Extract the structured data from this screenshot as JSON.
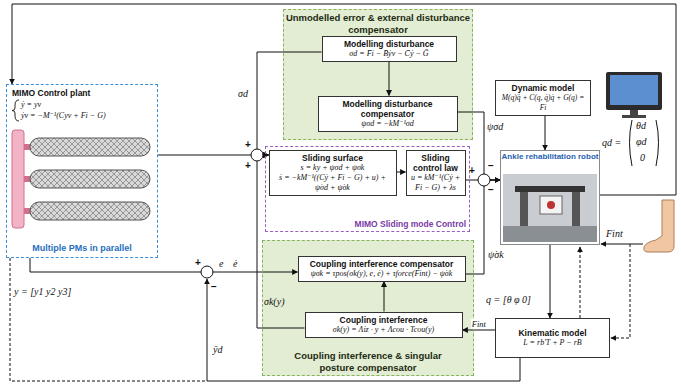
{
  "diagram": {
    "nodes": [
      {
        "text": [
          "Unmodelled error & external disturbance compensator"
        ]
      },
      {
        "text": [
          "Modelling disturbance",
          "σd = F̄i − B̄ẏv − C̄ẏ − Ḡ"
        ],
        "in": 0
      },
      {
        "text": [
          "Modelling disturbance compensator",
          "ψσd = −kM⁻¹σd"
        ],
        "in": 0
      },
      {
        "text": [
          "MIMO Control plant",
          "ẏ = yv",
          "ẏv = −M⁻¹(Cyv + Fi − G)",
          "Multiple PMs in parallel"
        ]
      },
      {
        "text": [
          "MIMO Sliding mode Control"
        ]
      },
      {
        "text": [
          "Sliding surface",
          "s = ky + ψσd + ψσk",
          "ṡ = −kM⁻¹((Cẏ + Fi − G) + u) + ψ̇σd + ψ̇σk"
        ],
        "in": 4
      },
      {
        "text": [
          "Sliding control law",
          "u = kM⁻¹(Cẏ + Fi − G) + λs"
        ],
        "in": 4
      },
      {
        "text": [
          "Dynamic model",
          "M(q)q̈ + C(q, q̇)q̇ + G(q) = Fi"
        ]
      },
      {
        "text": [
          "Ankle rehabilitation robot"
        ]
      },
      {
        "text": [
          "Kinematic model",
          "L = rb'T + P − rB"
        ]
      },
      {
        "text": [
          "Coupling interference & singular posture compensator"
        ]
      },
      {
        "text": [
          "Coupling interference compensator",
          "ψσk = τpos(σk(y), e, ė) + τforce(Fint) − ψ̇σk"
        ],
        "in": 10
      },
      {
        "text": [
          "Coupling interference",
          "σk(y) = Λiz · y + Λcou · Tcou(y)"
        ],
        "in": 10
      }
    ],
    "edges": [
      {
        "from": 1,
        "to": 2,
        "arrow": "to"
      },
      {
        "from": 5,
        "to": 6,
        "arrow": "to"
      },
      {
        "from": 6,
        "to": 8,
        "arrow": "to"
      },
      {
        "from": 7,
        "to": 8,
        "arrow": "to"
      },
      {
        "from": 8,
        "to": 9,
        "arrow": "to"
      },
      {
        "from": 9,
        "to": 12,
        "arrow": "to",
        "label": "Fint"
      },
      {
        "from": 12,
        "to": 11,
        "arrow": "to"
      },
      {
        "from": 1,
        "to": 5,
        "arrow": "to"
      },
      {
        "from": 12,
        "to": 5,
        "arrow": "to"
      },
      {
        "from": 3,
        "to": 5,
        "arrow": "to"
      },
      {
        "from": 3,
        "to": 11,
        "arrow": "to"
      },
      {
        "from": 2,
        "to": 8,
        "arrow": "to"
      },
      {
        "from": 11,
        "to": 8,
        "arrow": "to"
      },
      {
        "from": 8,
        "to": 3,
        "arrow": "to"
      }
    ],
    "labels": [
      "σd",
      "σk(y)",
      "ψσd",
      "ψ̇σk",
      "+",
      "+",
      "+",
      "−",
      "−",
      "+",
      "−",
      "e",
      "ė",
      "y = [y1 y2 y3]",
      "ȳd",
      "Fint",
      "q = [θ φ 0]",
      "qd =",
      "θd",
      "φd",
      "0"
    ]
  }
}
